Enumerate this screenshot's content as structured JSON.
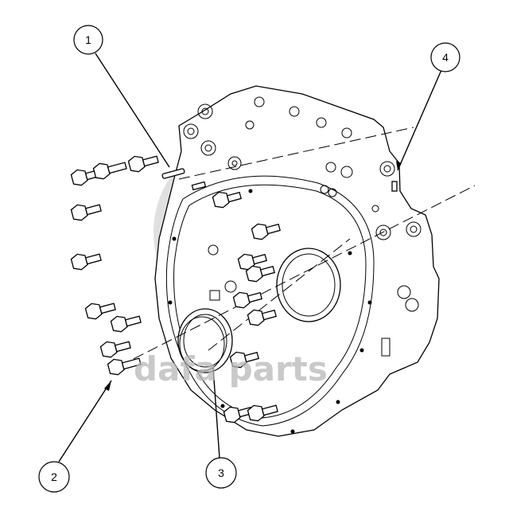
{
  "diagram": {
    "watermark_text": "dafa parts",
    "callouts": [
      {
        "id": "callout-1",
        "label": "1"
      },
      {
        "id": "callout-2",
        "label": "2"
      },
      {
        "id": "callout-3",
        "label": "3"
      },
      {
        "id": "callout-4",
        "label": "4"
      }
    ],
    "colors": {
      "line": "#000000",
      "watermark": "#b8b8b8",
      "background": "#ffffff"
    }
  }
}
